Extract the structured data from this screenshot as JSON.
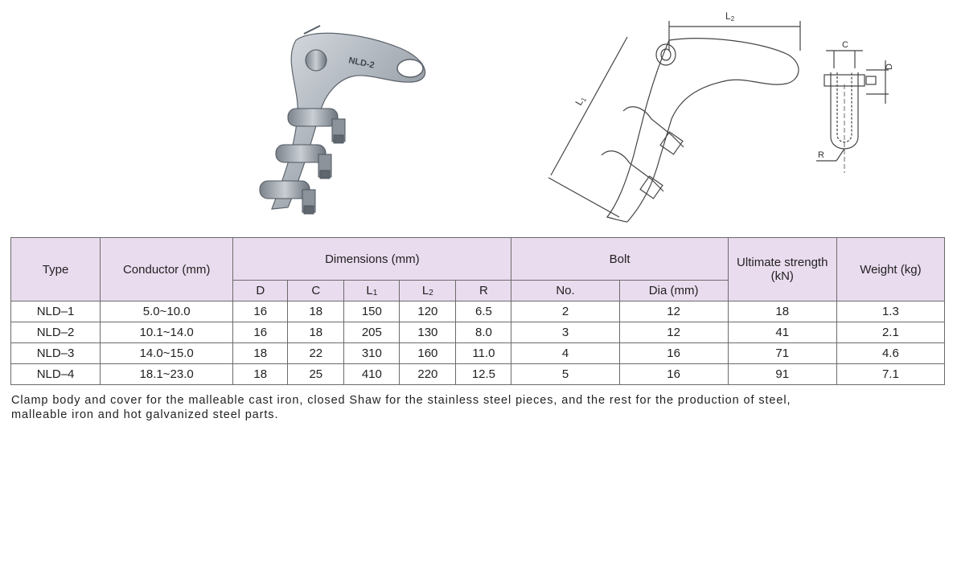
{
  "photo": {
    "stamp": "NLD-2"
  },
  "drawing": {
    "dim_l2": "L",
    "dim_l2_sub": "2",
    "dim_l1": "L",
    "dim_l1_sub": "1",
    "dim_c": "C",
    "dim_d": "D",
    "dim_r": "R"
  },
  "table": {
    "headers": {
      "type": "Type",
      "conductor": "Conductor (mm)",
      "dimensions": "Dimensions (mm)",
      "bolt": "Bolt",
      "strength_line1": "Ultimate strength",
      "strength_line2": "(kN)",
      "weight": "Weight (kg)",
      "d": "D",
      "c": "C",
      "l1": "L",
      "l1_sub": "1",
      "l2": "L",
      "l2_sub": "2",
      "r": "R",
      "bolt_no": "No.",
      "bolt_dia": "Dia (mm)"
    },
    "rows": [
      {
        "type": "NLD–1",
        "conductor": "5.0~10.0",
        "d": "16",
        "c": "18",
        "l1": "150",
        "l2": "120",
        "r": "6.5",
        "bolt_no": "2",
        "bolt_dia": "12",
        "strength": "18",
        "weight": "1.3"
      },
      {
        "type": "NLD–2",
        "conductor": "10.1~14.0",
        "d": "16",
        "c": "18",
        "l1": "205",
        "l2": "130",
        "r": "8.0",
        "bolt_no": "3",
        "bolt_dia": "12",
        "strength": "41",
        "weight": "2.1"
      },
      {
        "type": "NLD–3",
        "conductor": "14.0~15.0",
        "d": "18",
        "c": "22",
        "l1": "310",
        "l2": "160",
        "r": "11.0",
        "bolt_no": "4",
        "bolt_dia": "16",
        "strength": "71",
        "weight": "4.6"
      },
      {
        "type": "NLD–4",
        "conductor": "18.1~23.0",
        "d": "18",
        "c": "25",
        "l1": "410",
        "l2": "220",
        "r": "12.5",
        "bolt_no": "5",
        "bolt_dia": "16",
        "strength": "91",
        "weight": "7.1"
      }
    ]
  },
  "note": {
    "line1": "Clamp body and cover for the malleable cast iron, closed Shaw for the stainless steel pieces, and the rest for the production of steel,",
    "line2": "malleable iron and hot galvanized steel parts."
  },
  "colors": {
    "header_bg": "#eadcef",
    "border": "#6b6b6b",
    "metal": "#a9b0b8"
  }
}
